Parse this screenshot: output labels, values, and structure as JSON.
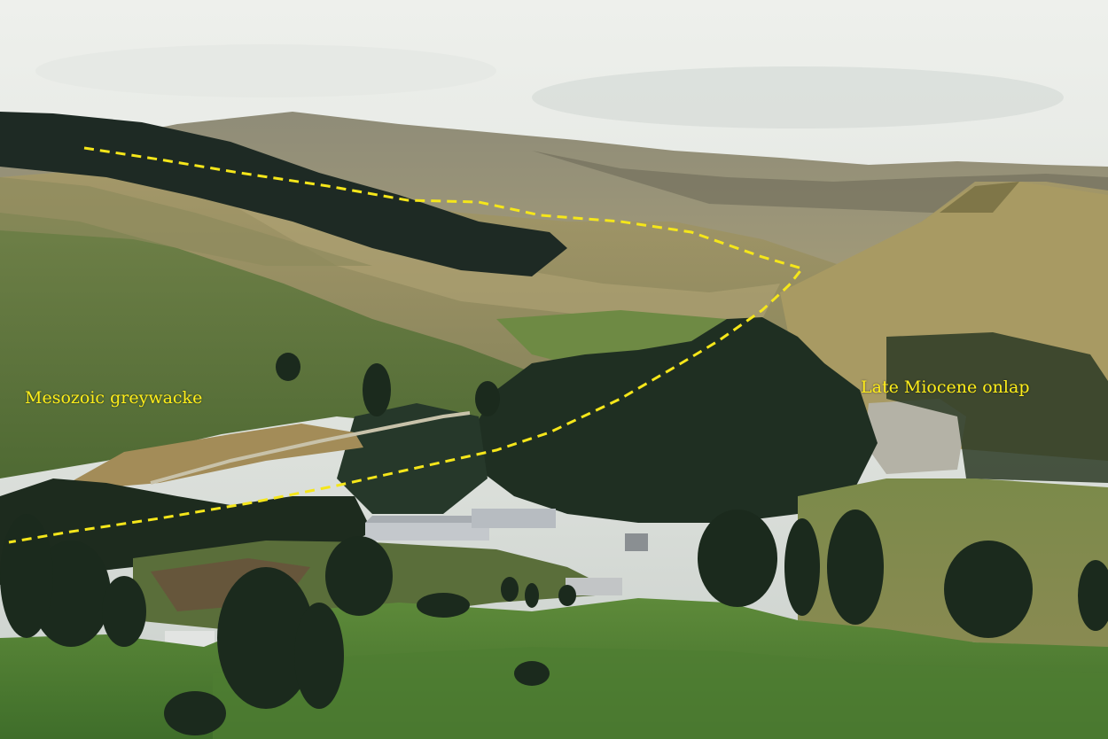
{
  "labels": {
    "left": "Mesozoic greywacke",
    "right": "Late Miocene onlap"
  },
  "colors": {
    "annotation": "#ffee1a",
    "contact_line": "#f5e61a"
  },
  "icons": {
    "annotation_line": "dashed-contact-line"
  }
}
